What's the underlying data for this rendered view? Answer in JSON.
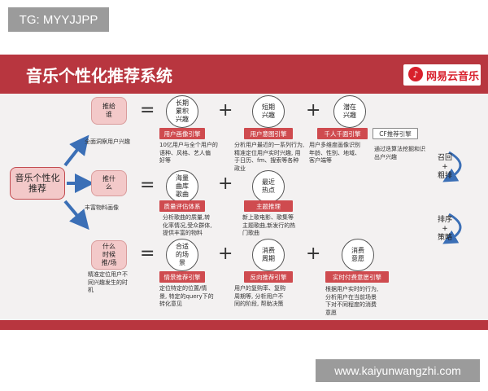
{
  "watermark_top": "TG: MYYJJPP",
  "watermark_bottom": "www.kaiyunwangzhi.com",
  "slide_title": "音乐个性化推荐系统",
  "logo_text": "网易云音乐",
  "main_node": "音乐个性化\n推荐",
  "rows": [
    {
      "start": "推给\n谁",
      "start_desc": "全面洞察用户兴趣",
      "equals": "=",
      "items": [
        {
          "circle": "长期\n累积\n兴趣",
          "tag": "用户画像引擎",
          "desc": "10亿用户与全个用户的\n语种、风格、艺人偏\n好等"
        },
        {
          "circle": "短期\n兴趣",
          "tag": "用户意图引擎",
          "desc": "分析用户最近的一系列行为,\n精准定位用户实时兴趣, 用\n于日历、fm、搜索等各种\n政业"
        },
        {
          "circle": "潜在\n兴趣",
          "tag": "千人千面引擎",
          "desc": "用户多维度画像识别\n年龄、性别、地域、\n客户端等"
        }
      ],
      "extra_tag": "CF推荐引擎",
      "extra_desc": "通过迭算法挖掘和识\n出户兴趣"
    },
    {
      "start": "推什\n么",
      "start_desc": "丰富物料画像",
      "equals": "=",
      "items": [
        {
          "circle": "海量\n曲库\n歌曲",
          "tag": "质量评估体系",
          "desc": "分析歌曲的质量,转\n化率情况,受众群体,\n提供丰富的物料"
        },
        {
          "circle": "最近\n热点",
          "tag": "主题推理",
          "desc": "新上歌电影、歌集等\n主题歌曲,新发行的热\n门歌曲"
        }
      ]
    },
    {
      "start": "什么\n时候\n推/场",
      "start_desc": "精准定位用户不\n同兴趣发生的时\n机",
      "equals": "=",
      "items": [
        {
          "circle": "合适\n的场\n景",
          "tag": "情景推荐引擎",
          "desc": "定位特定的位置/情\n景, 特定的query下的\n转化意见"
        },
        {
          "circle": "消费\n周期",
          "tag": "反向推荐引擎",
          "desc": "用户的复购率、复购\n周期等, 分析用户不\n同的阶段, 帮助决策"
        },
        {
          "circle": "消费\n意愿",
          "tag": "实时付费意愿引擎",
          "desc": "根据用户实时的行为,\n分析用户在当前场景\n下对不同程度的消费\n意愿"
        }
      ]
    }
  ],
  "side_top": "召回\n+\n粗排",
  "side_bottom": "排序\n+\n策略",
  "colors": {
    "header": "#b8363f",
    "accent": "#cf4b4f",
    "pink": "#f3c9c9"
  }
}
